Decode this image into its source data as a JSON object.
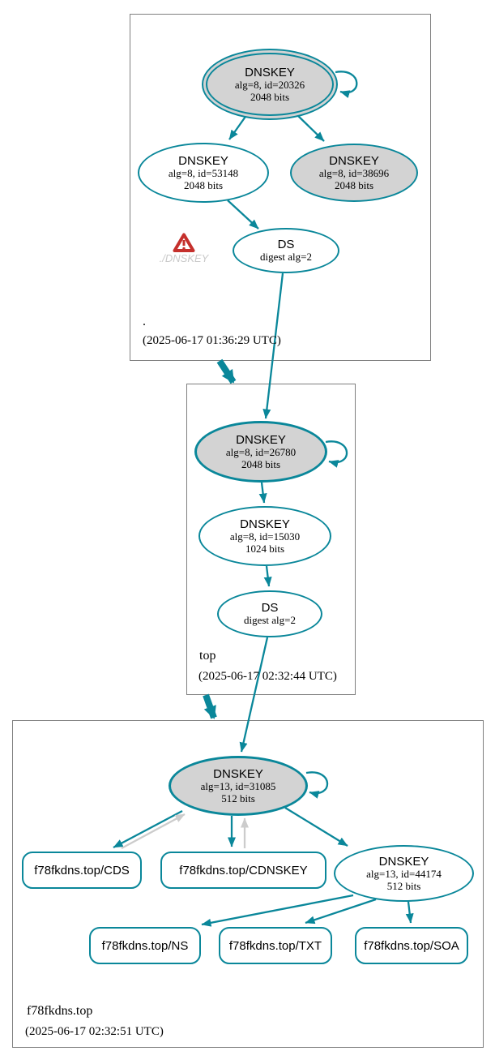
{
  "colors": {
    "secure_teal": "#0a879a",
    "ksk_fill": "#d3d3d3",
    "cluster_border": "#7f7f7f",
    "insecure_gray_edge": "#cccccc",
    "warning_red": "#c5302c"
  },
  "zones": [
    {
      "label": ".",
      "timestamp": "(2025-06-17 01:36:29 UTC)",
      "warning_label": "./DNSKEY",
      "nodes": {
        "ksk": {
          "title": "DNSKEY",
          "alg": "alg=8, id=20326",
          "bits": "2048 bits"
        },
        "zsk": {
          "title": "DNSKEY",
          "alg": "alg=8, id=53148",
          "bits": "2048 bits"
        },
        "zsk2": {
          "title": "DNSKEY",
          "alg": "alg=8, id=38696",
          "bits": "2048 bits"
        },
        "ds": {
          "title": "DS",
          "alg": "digest alg=2"
        }
      }
    },
    {
      "label": "top",
      "timestamp": "(2025-06-17 02:32:44 UTC)",
      "nodes": {
        "ksk": {
          "title": "DNSKEY",
          "alg": "alg=8, id=26780",
          "bits": "2048 bits"
        },
        "zsk": {
          "title": "DNSKEY",
          "alg": "alg=8, id=15030",
          "bits": "1024 bits"
        },
        "ds": {
          "title": "DS",
          "alg": "digest alg=2"
        }
      }
    },
    {
      "label": "f78fkdns.top",
      "timestamp": "(2025-06-17 02:32:51 UTC)",
      "nodes": {
        "ksk": {
          "title": "DNSKEY",
          "alg": "alg=13, id=31085",
          "bits": "512 bits"
        },
        "zsk": {
          "title": "DNSKEY",
          "alg": "alg=13, id=44174",
          "bits": "512 bits"
        },
        "cds": {
          "label": "f78fkdns.top/CDS"
        },
        "cdnskey": {
          "label": "f78fkdns.top/CDNSKEY"
        },
        "ns": {
          "label": "f78fkdns.top/NS"
        },
        "txt": {
          "label": "f78fkdns.top/TXT"
        },
        "soa": {
          "label": "f78fkdns.top/SOA"
        }
      }
    }
  ]
}
